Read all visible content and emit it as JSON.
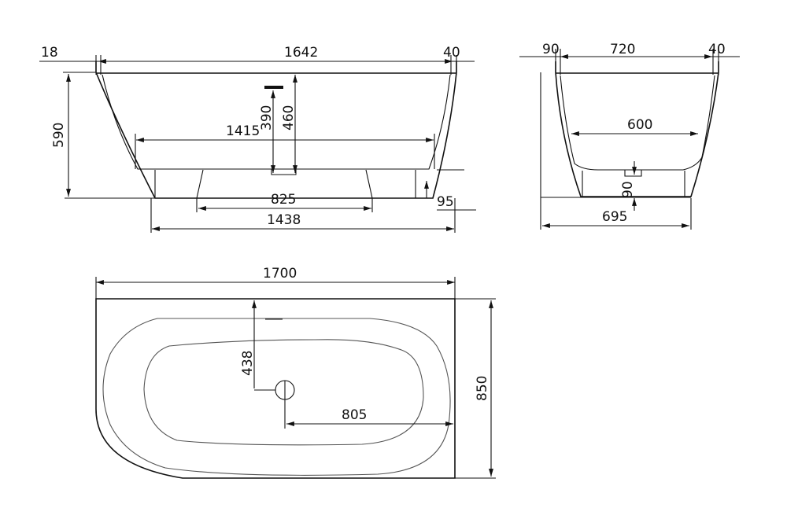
{
  "side_view": {
    "dim_18": "18",
    "dim_1642": "1642",
    "dim_40": "40",
    "dim_590": "590",
    "dim_1415": "1415",
    "dim_390": "390",
    "dim_460": "460",
    "dim_825": "825",
    "dim_95": "95",
    "dim_1438": "1438"
  },
  "end_view": {
    "dim_90_top": "90",
    "dim_720": "720",
    "dim_40": "40",
    "dim_600": "600",
    "dim_90_drain": "90",
    "dim_695": "695"
  },
  "top_view": {
    "dim_1700": "1700",
    "dim_850": "850",
    "dim_438": "438",
    "dim_805": "805"
  }
}
